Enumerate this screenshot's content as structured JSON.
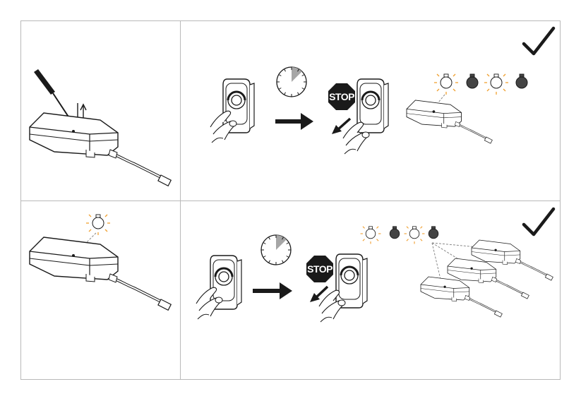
{
  "figure": {
    "steps": [
      {
        "id": "unscrew-and-press",
        "icons": [
          "screwdriver-icon",
          "receiver-box-icon"
        ]
      },
      {
        "id": "indicator-on",
        "icons": [
          "bulb-lit-icon",
          "receiver-box-icon"
        ]
      },
      {
        "id": "pair-single",
        "icons": [
          "remote-icon",
          "timer-icon",
          "arrow-right-icon",
          "stop-icon",
          "remote-icon",
          "blink-sequence-icon",
          "receiver-box-icon",
          "checkmark-icon"
        ]
      },
      {
        "id": "pair-multiple",
        "icons": [
          "remote-icon",
          "timer-icon",
          "arrow-right-icon",
          "stop-icon",
          "remote-icon",
          "blink-sequence-icon",
          "receiver-box-icon",
          "checkmark-icon"
        ]
      }
    ],
    "stop_label_top": "STOP",
    "stop_label_bottom": "STOP",
    "blink_sequence": [
      "on",
      "off",
      "on",
      "off"
    ],
    "timer_fraction_top": 0.1,
    "timer_fraction_bottom": 0.1,
    "footer_text": "",
    "colors": {
      "line": "#1a1a1a",
      "stop": "#1a1a1a",
      "lit_rays": "#f0a030",
      "bulb_off": "#444444",
      "timer_fill": "#a6a6a6",
      "border": "#b9b9b9"
    }
  }
}
